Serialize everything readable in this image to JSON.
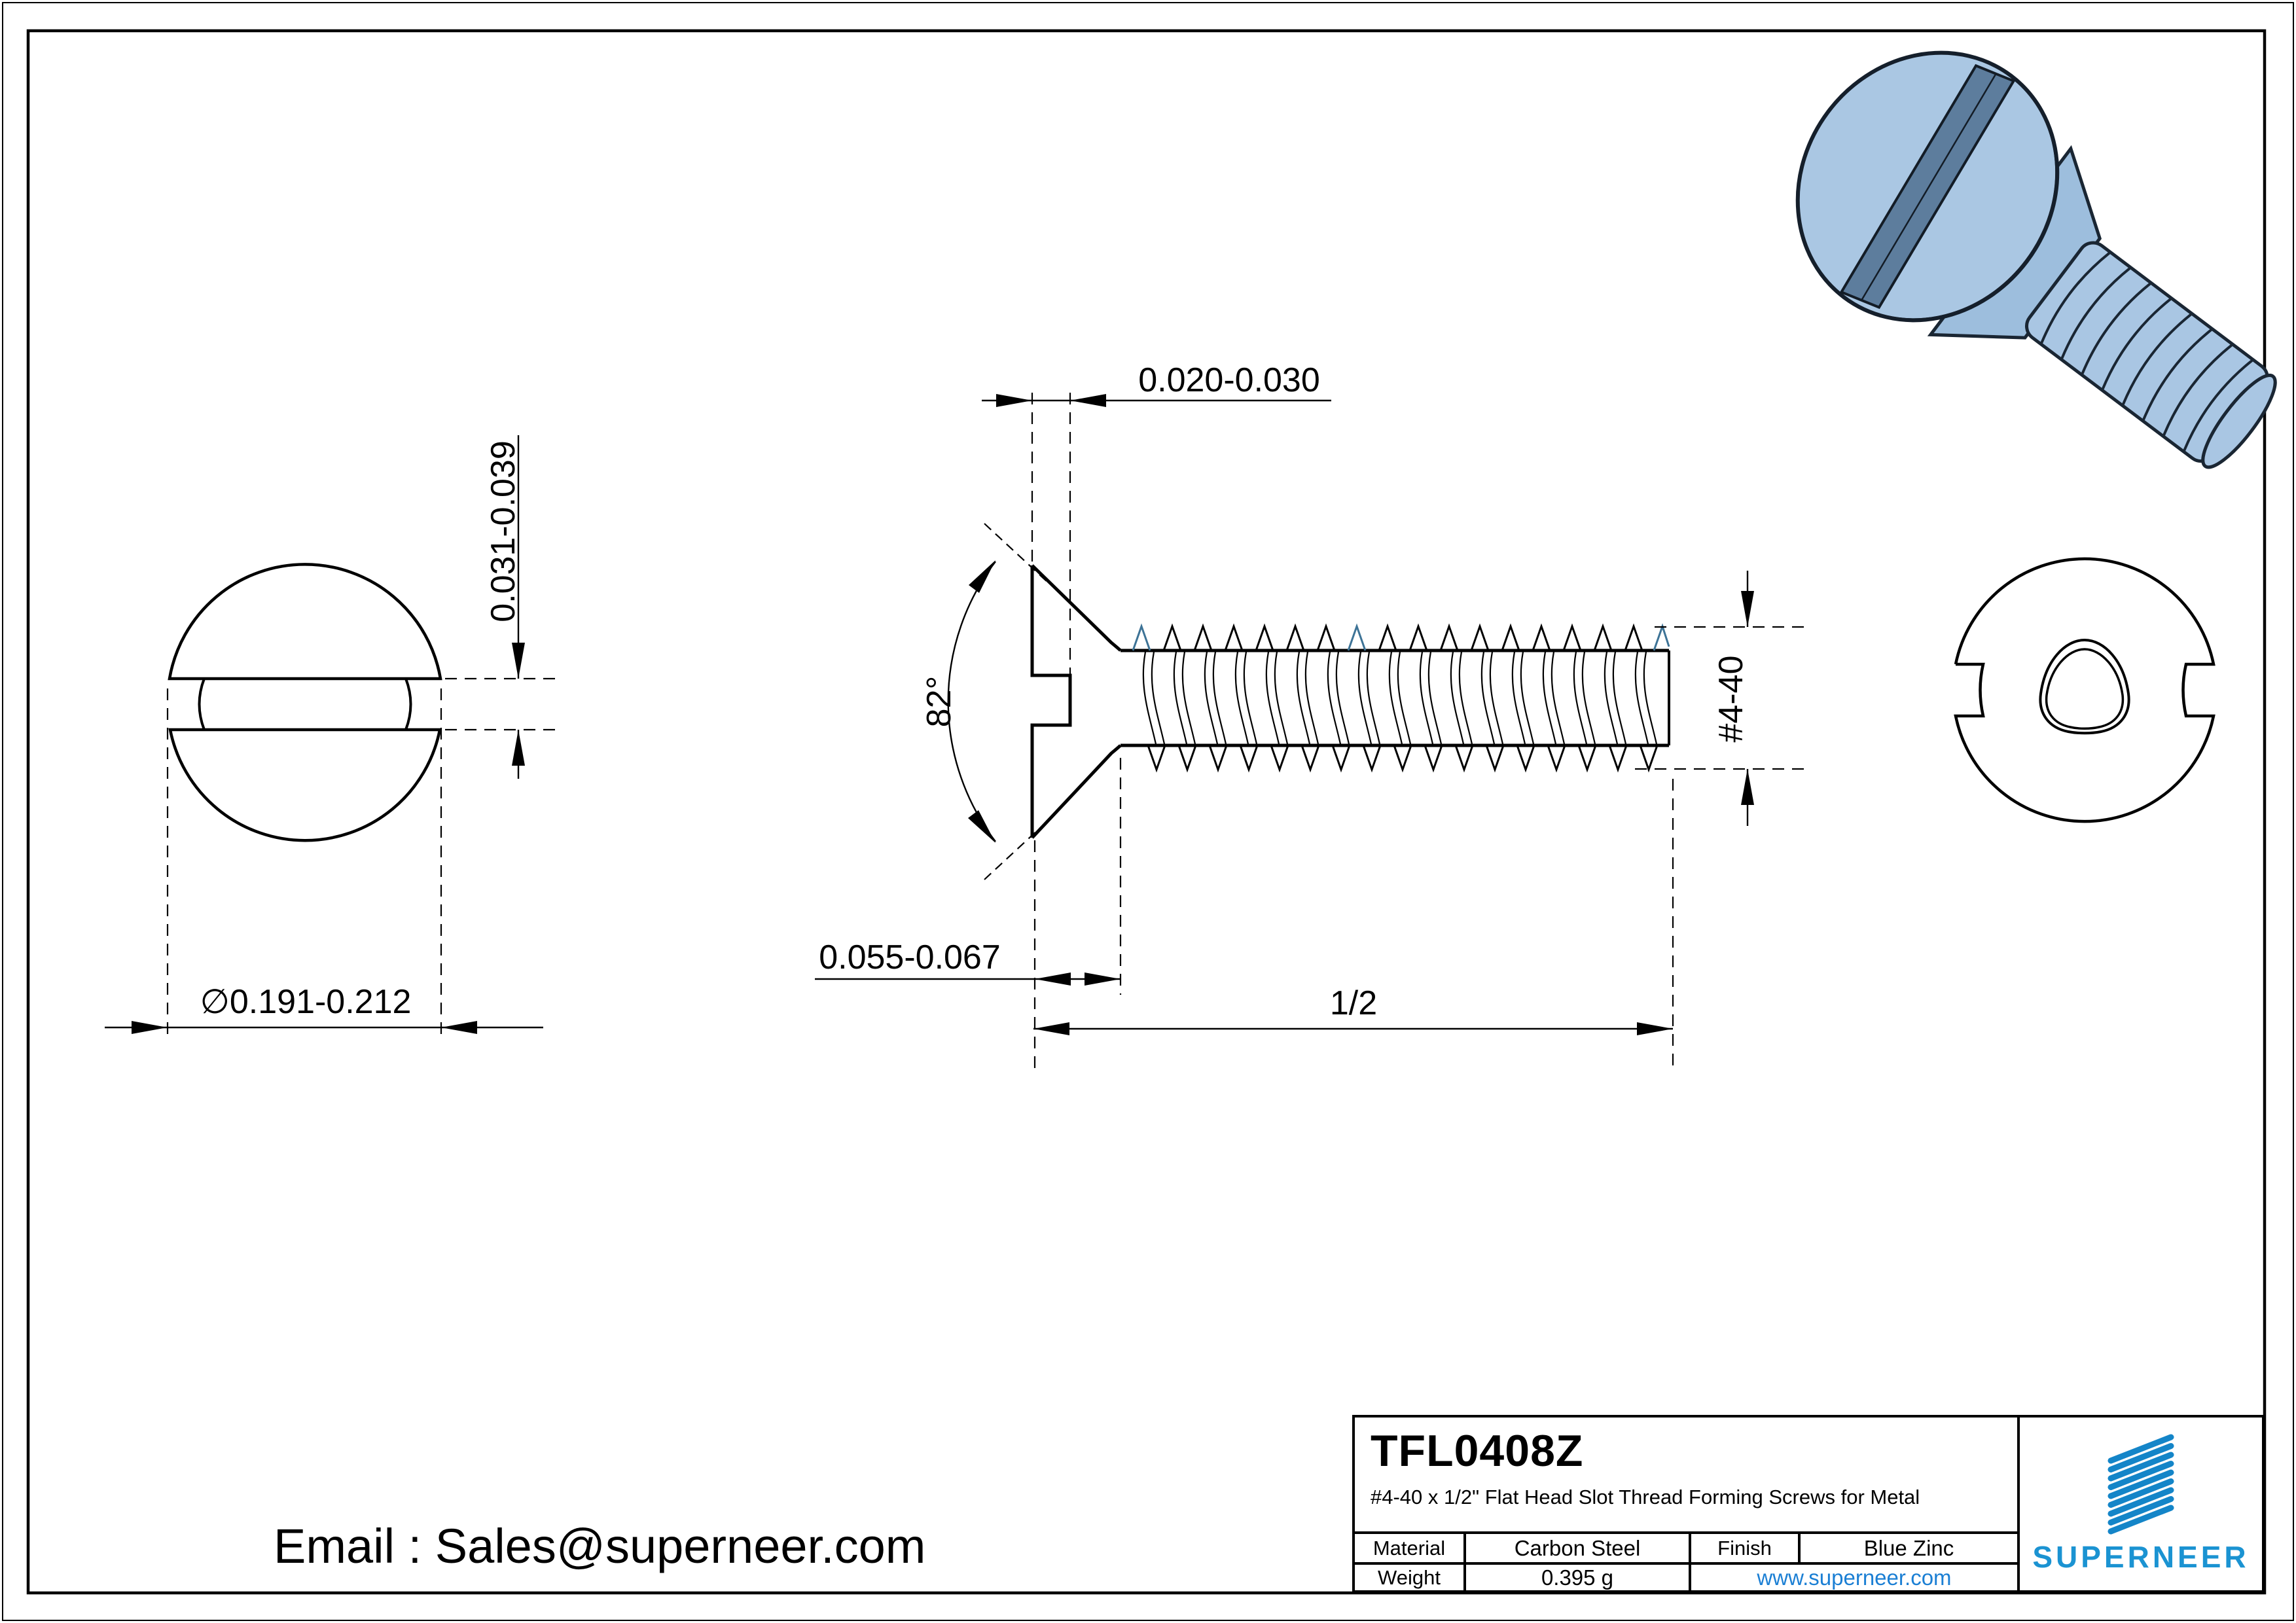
{
  "email": {
    "label": "Email : Sales@superneer.com"
  },
  "title_block": {
    "part_number": "TFL0408Z",
    "description": "#4-40 x 1/2\" Flat Head Slot Thread Forming Screws for Metal",
    "material_label": "Material",
    "material_value": "Carbon Steel",
    "finish_label": "Finish",
    "finish_value": "Blue Zinc",
    "weight_label": "Weight",
    "weight_value": "0.395 g",
    "website": "www.superneer.com",
    "brand": "SUPERNEER",
    "brand_color": "#1b93d2",
    "logo_color": "#1485c8",
    "link_color": "#1b7fd4"
  },
  "dimensions": {
    "slot_width": "0.020-0.030",
    "slot_depth": "0.031-0.039",
    "head_angle": "82°",
    "head_height": "0.055-0.067",
    "length": "1/2",
    "thread_size": "#4-40",
    "head_diameter": "∅0.191-0.212"
  },
  "drawing": {
    "line_color": "#000000",
    "accent_color": "#3d7396",
    "screw_fill": "#a9c6e3",
    "screw_shade": "#5d7d9d",
    "screw_outline": "#1a2633"
  }
}
